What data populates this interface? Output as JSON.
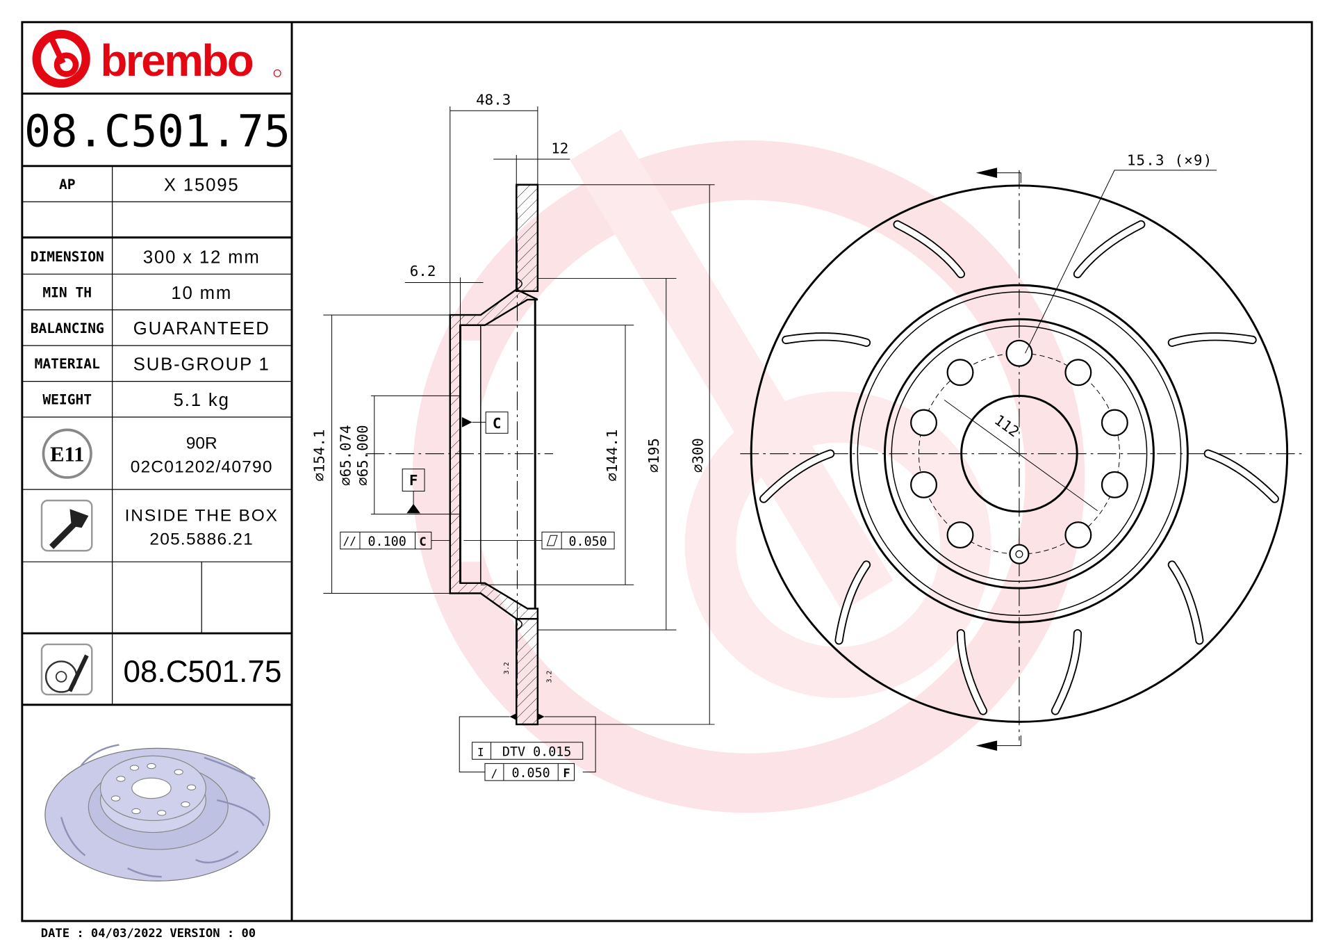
{
  "brand": "brembo",
  "colors": {
    "brand": "#e30613",
    "watermark": "#fbe3e6",
    "render": "#c9cbe8"
  },
  "part_number": "08.C501.75",
  "specs": [
    {
      "label": "AP",
      "value": "X 15095"
    },
    {
      "label": "",
      "value": ""
    },
    {
      "label": "DIMENSION",
      "value": "300 x 12 mm"
    },
    {
      "label": "MIN TH",
      "value": "10 mm"
    },
    {
      "label": "BALANCING",
      "value": "GUARANTEED"
    },
    {
      "label": "MATERIAL",
      "value": "SUB-GROUP 1"
    },
    {
      "label": "WEIGHT",
      "value": "5.1 kg"
    }
  ],
  "homologation": {
    "mark": "E11",
    "line1": "90R",
    "line2": "02C01202/40790"
  },
  "inside_box": {
    "icon": "screw-icon",
    "line1": "INSIDE THE BOX",
    "line2": "205.5886.21"
  },
  "product": {
    "icon": "disc-wrench-icon",
    "code": "08.C501.75"
  },
  "footer": "DATE : 04/03/2022 VERSION : 00",
  "drawing": {
    "overall_height": "48.3",
    "thickness": "12",
    "hat_wall": "6.2",
    "d_hat_outer": "⌀154.1",
    "d_bore_max": "⌀65.074",
    "d_bore_min": "⌀65.000",
    "d_hat_inner": "⌀144.1",
    "d_friction_inner": "⌀195",
    "d_outer": "⌀300",
    "holes": "15.3 (×9)",
    "pcd": "112",
    "datum_c": "C",
    "datum_f": "F",
    "parallelism": "0.100",
    "parallelism_ref": "C",
    "flatness": "0.050",
    "dtv": "DTV 0.015",
    "runout": "0.050",
    "runout_ref": "F",
    "roughness_1": "3.2",
    "roughness_2": "3.2"
  }
}
